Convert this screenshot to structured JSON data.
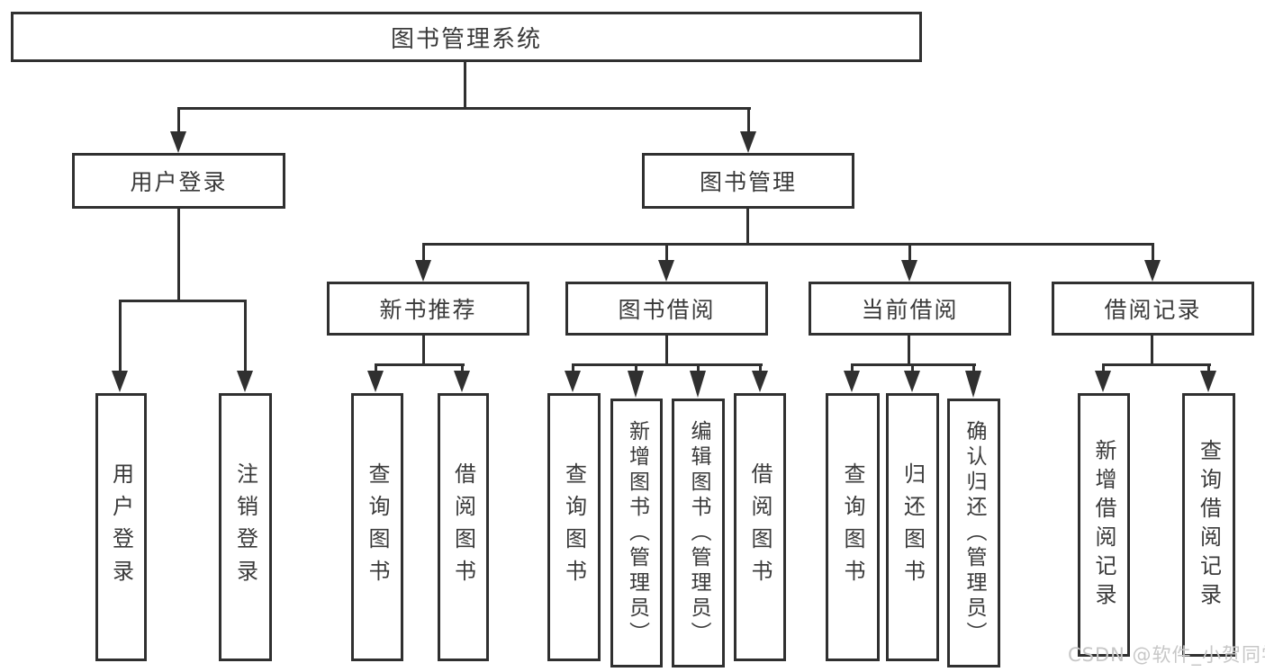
{
  "root": {
    "label": "图书管理系统"
  },
  "branches": {
    "user_login": {
      "label": "用户登录",
      "children": {
        "login": {
          "label": "用户登录"
        },
        "logout": {
          "label": "注销登录"
        }
      }
    },
    "book_mgmt": {
      "label": "图书管理",
      "children": {
        "new_book": {
          "label": "新书推荐",
          "children": {
            "query": {
              "label": "查询图书"
            },
            "borrow": {
              "label": "借阅图书"
            }
          }
        },
        "borrowing": {
          "label": "图书借阅",
          "children": {
            "query": {
              "label": "查询图书"
            },
            "add": {
              "label": "新增图书（管理员）"
            },
            "edit": {
              "label": "编辑图书（管理员）"
            },
            "borrow": {
              "label": "借阅图书"
            }
          }
        },
        "current": {
          "label": "当前借阅",
          "children": {
            "query": {
              "label": "查询图书"
            },
            "return": {
              "label": "归还图书"
            },
            "confirm": {
              "label": "确认归还（管理员）"
            }
          }
        },
        "records": {
          "label": "借阅记录",
          "children": {
            "add": {
              "label": "新增借阅记录"
            },
            "query": {
              "label": "查询借阅记录"
            }
          }
        }
      }
    }
  },
  "watermark": {
    "text": "CSDN @软件_小贺同学"
  },
  "colors": {
    "line": "#303030",
    "text": "#3a3a3a",
    "watermark": "#c7c7c7",
    "background": "#ffffff"
  }
}
